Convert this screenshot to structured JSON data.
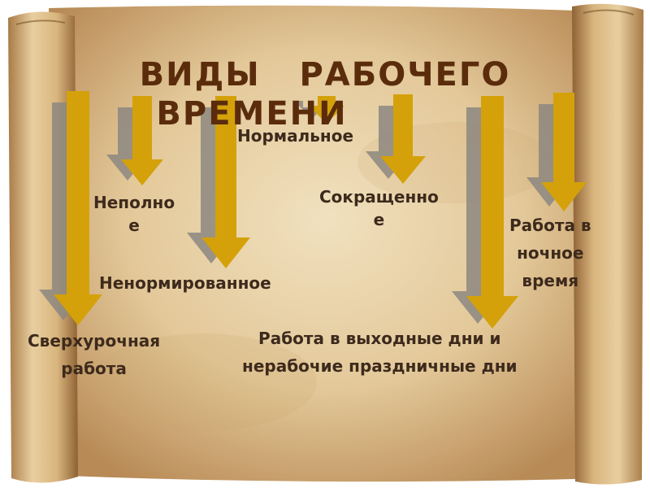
{
  "slide": {
    "title_line1": "ВИДЫ   РАБОЧЕГО",
    "title_line2": "ВРЕМЕНИ",
    "items": {
      "normal": "Нормальное",
      "incomplete_1": "Неполно",
      "incomplete_2": "е",
      "reduced_1": "Сокращенно",
      "reduced_2": "е",
      "night_1": "Работа в",
      "night_2": "ночное",
      "night_3": "время",
      "irregular": "Ненормированное",
      "overtime_1": "Сверхурочная",
      "overtime_2": "работа",
      "weekend_1": "Работа в выходные дни и",
      "weekend_2": "нерабочие праздничные дни"
    },
    "colors": {
      "arrow": "#d4a10a",
      "arrow_shadow": "#8c8780",
      "title": "#5a2c0c",
      "text": "#3d2a1c",
      "paper": "#e8d2a8"
    }
  }
}
